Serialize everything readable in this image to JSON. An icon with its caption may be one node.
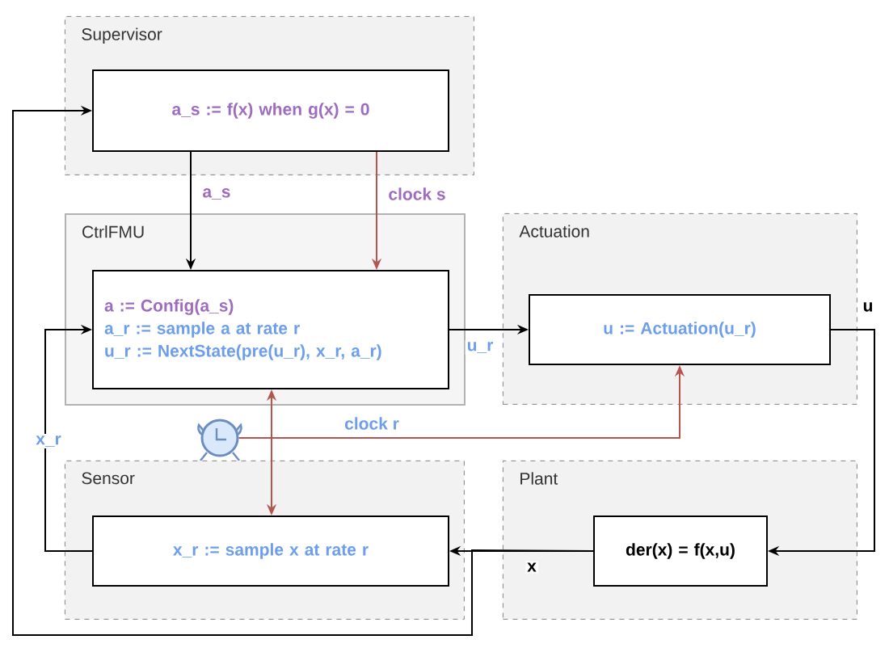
{
  "diagram": {
    "nodes": [
      {
        "text": [
          "Supervisor"
        ]
      },
      {
        "text": [
          "a_s := f(x) when g(x) = 0"
        ],
        "in": 0
      },
      {
        "text": [
          "CtrlFMU"
        ]
      },
      {
        "text": [
          "a := Config(a_s)",
          "a_r := sample a at rate r",
          "u_r := NextState(pre(u_r), x_r, a_r)"
        ],
        "in": 2
      },
      {
        "text": [
          "Actuation"
        ]
      },
      {
        "text": [
          "u := Actuation(u_r)"
        ],
        "in": 4
      },
      {
        "text": [],
        "shape": "clock"
      },
      {
        "text": [
          "Sensor"
        ]
      },
      {
        "text": [
          "x_r := sample x at rate r"
        ],
        "in": 7
      },
      {
        "text": [
          "Plant"
        ]
      },
      {
        "text": [
          "der(x) = f(x,u)"
        ],
        "in": 9
      }
    ],
    "edges": [
      {
        "from": 1,
        "to": 3,
        "arrow": "to",
        "label": "a_s"
      },
      {
        "from": 1,
        "to": 3,
        "arrow": "to",
        "label": "clock s",
        "color": "#b85450"
      },
      {
        "from": 3,
        "to": 5,
        "arrow": "to",
        "label": "u_r"
      },
      {
        "from": 5,
        "to": 10,
        "arrow": "to",
        "label": "u"
      },
      {
        "from": 10,
        "to": 8,
        "arrow": "to",
        "label": "x"
      },
      {
        "from": 8,
        "to": 3,
        "arrow": "to",
        "label": "x_r"
      },
      {
        "from": 10,
        "to": 1,
        "arrow": "to"
      },
      {
        "from": 6,
        "to": 5,
        "arrow": "to",
        "label": "clock r",
        "color": "#b85450"
      },
      {
        "from": 3,
        "to": 8,
        "arrow": "both",
        "color": "#b85450"
      }
    ]
  }
}
